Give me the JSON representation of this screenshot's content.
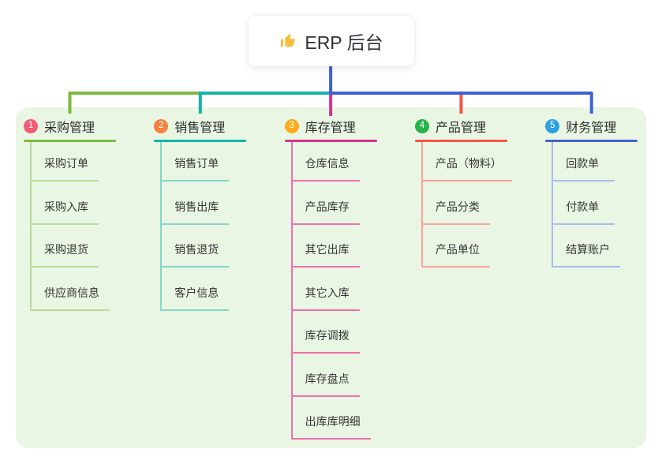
{
  "root": {
    "icon": "thumbs-up",
    "icon_color": "#F6BE3C",
    "label": "ERP 后台"
  },
  "canvas": {
    "background": "#FFFFFF",
    "panel_color": "#E9F6E3",
    "root_connector_color": "#4161D2",
    "text_color": "#2D2D2D"
  },
  "branches": [
    {
      "number": "1",
      "title": "采购管理",
      "badge_color": "#F25C77",
      "line_color": "#7DBA3F",
      "item_line_color": "#BADC9B",
      "items": [
        "采购订单",
        "采购入库",
        "采购退货",
        "供应商信息"
      ]
    },
    {
      "number": "2",
      "title": "销售管理",
      "badge_color": "#F5823C",
      "line_color": "#16B3A6",
      "item_line_color": "#85D6CB",
      "items": [
        "销售订单",
        "销售出库",
        "销售退货",
        "客户信息"
      ]
    },
    {
      "number": "3",
      "title": "库存管理",
      "badge_color": "#FBAC1B",
      "line_color": "#D2348F",
      "item_line_color": "#F16FAE",
      "items": [
        "仓库信息",
        "产品库存",
        "其它出库",
        "其它入库",
        "库存调拨",
        "库存盘点",
        "出库库明细"
      ]
    },
    {
      "number": "4",
      "title": "产品管理",
      "badge_color": "#27B24B",
      "line_color": "#F4534A",
      "item_line_color": "#F8A29B",
      "items": [
        "产品（物料）",
        "产品分类",
        "产品单位"
      ]
    },
    {
      "number": "5",
      "title": "财务管理",
      "badge_color": "#2D9FE0",
      "line_color": "#4161D2",
      "item_line_color": "#A9BCEC",
      "items": [
        "回款单",
        "付款单",
        "结算账户"
      ]
    }
  ]
}
